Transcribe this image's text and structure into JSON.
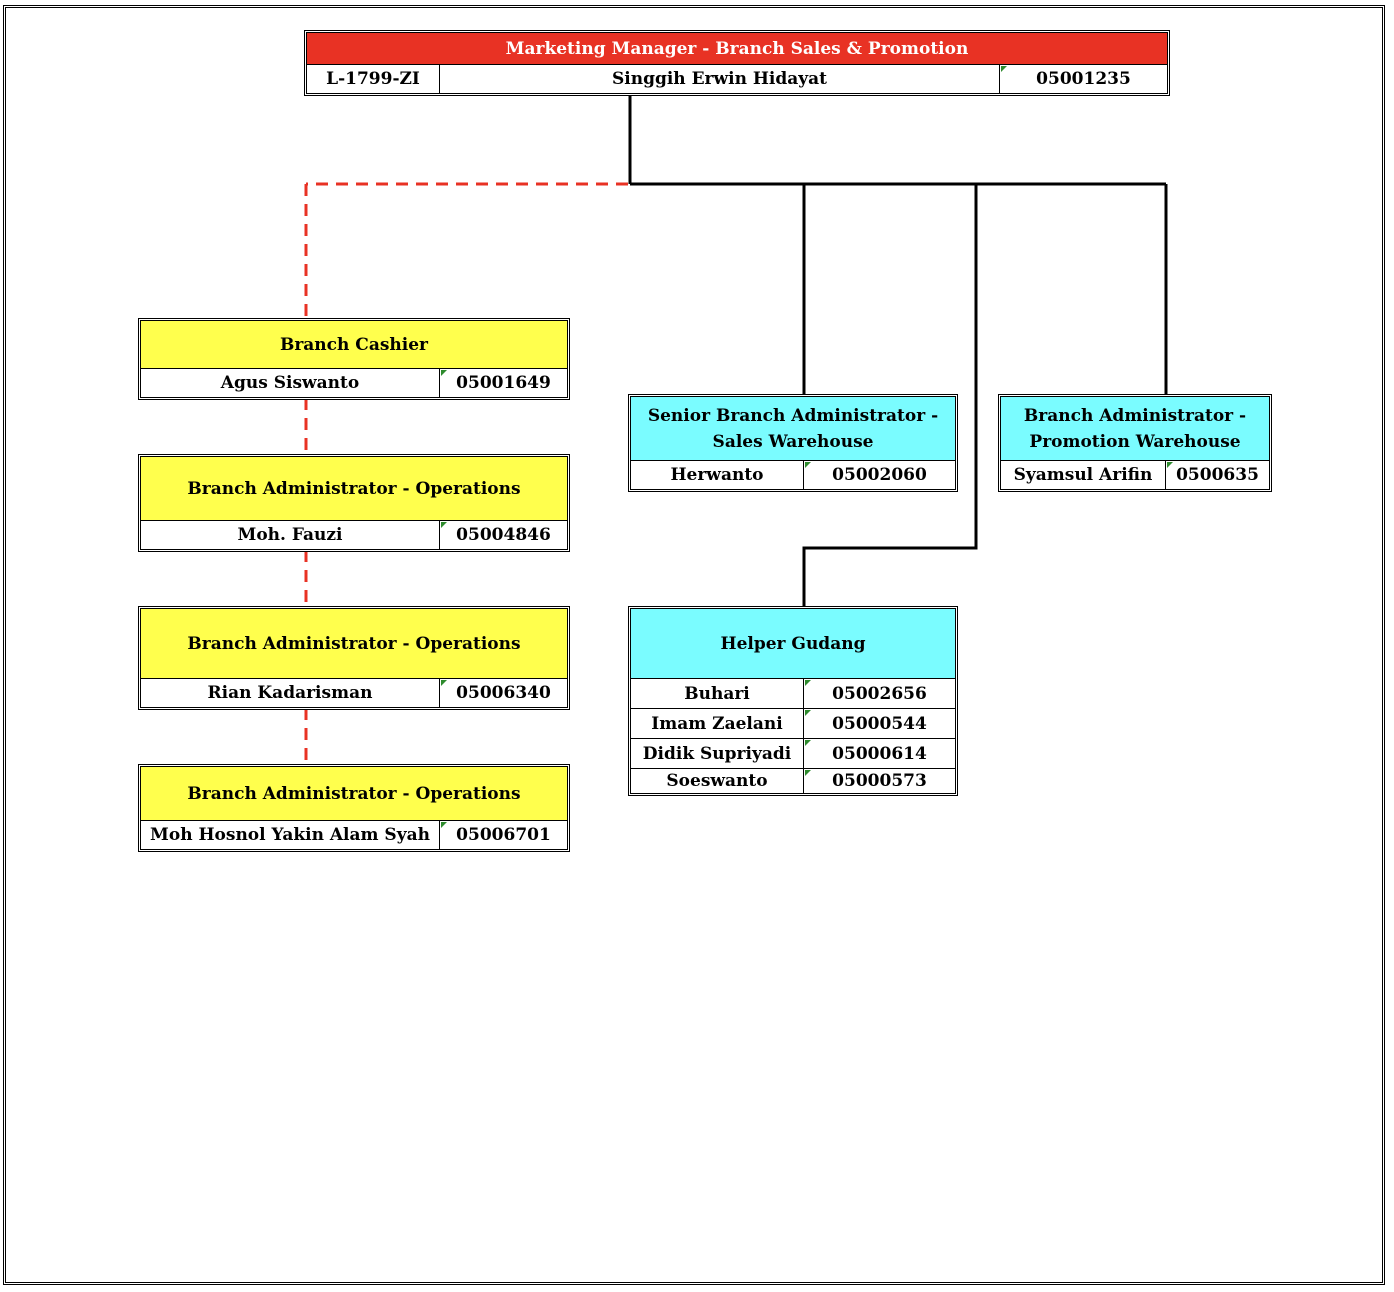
{
  "colors": {
    "manager_header": "#e83224",
    "branch_ops": "#ffff4d",
    "warehouse": "#7afcff",
    "dotted_line": "#e83224",
    "solid_line": "#000000"
  },
  "manager": {
    "title": "Marketing Manager - Branch Sales & Promotion",
    "code": "L-1799-ZI",
    "name": "Singgih Erwin Hidayat",
    "id": "05001235"
  },
  "branch_cashier": {
    "title": "Branch Cashier",
    "name": "Agus Siswanto",
    "id": "05001649"
  },
  "ops_admin_1": {
    "title": "Branch Administrator - Operations",
    "name": "Moh. Fauzi",
    "id": "05004846"
  },
  "ops_admin_2": {
    "title": "Branch Administrator - Operations",
    "name": "Rian Kadarisman",
    "id": "05006340"
  },
  "ops_admin_3": {
    "title": "Branch Administrator - Operations",
    "name": "Moh Hosnol Yakin Alam Syah",
    "id": "05006701"
  },
  "senior_admin": {
    "title_line1": "Senior Branch Administrator -",
    "title_line2": "Sales Warehouse",
    "name": "Herwanto",
    "id": "05002060"
  },
  "promo_admin": {
    "title_line1": "Branch Administrator -",
    "title_line2": "Promotion Warehouse",
    "name": "Syamsul Arifin",
    "id": "0500635"
  },
  "helper": {
    "title": "Helper Gudang",
    "members": [
      {
        "name": "Buhari",
        "id": "05002656"
      },
      {
        "name": "Imam Zaelani",
        "id": "05000544"
      },
      {
        "name": "Didik Supriyadi",
        "id": "05000614"
      },
      {
        "name": "Soeswanto",
        "id": "05000573"
      }
    ]
  }
}
